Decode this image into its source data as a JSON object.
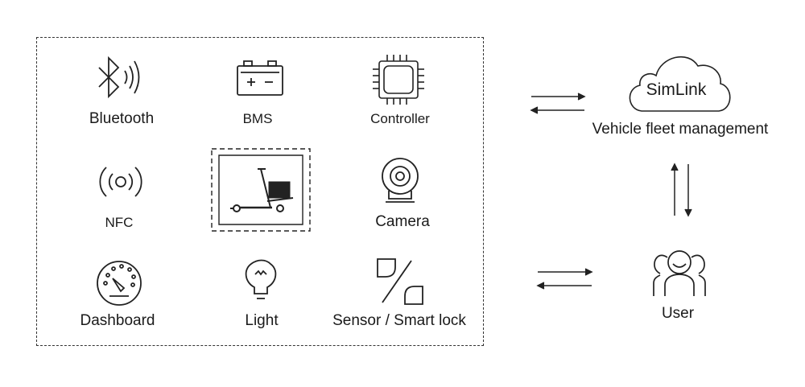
{
  "modules": {
    "bluetooth": "Bluetooth",
    "bms": "BMS",
    "controller": "Controller",
    "nfc": "NFC",
    "camera": "Camera",
    "dashboard": "Dashboard",
    "light": "Light",
    "sensor": "Sensor / Smart lock"
  },
  "cloud": {
    "name": "SimLink",
    "caption": "Vehicle fleet management"
  },
  "user": {
    "label": "User"
  },
  "icons": [
    "bluetooth-icon",
    "battery-icon",
    "chip-icon",
    "nfc-icon",
    "scooter-icon",
    "camera-icon",
    "dashboard-icon",
    "bulb-icon",
    "sensor-lock-icon",
    "cloud-icon",
    "user-group-icon"
  ]
}
